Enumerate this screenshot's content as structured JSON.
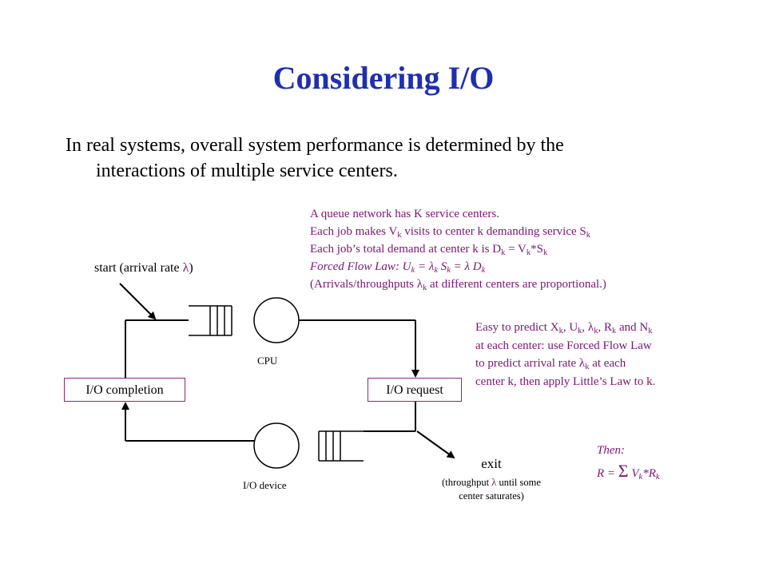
{
  "title": "Considering I/O",
  "intro": {
    "line1": "In real systems, overall system performance is determined by the",
    "line2": "interactions of multiple service centers."
  },
  "diagram": {
    "start_label": "start (arrival rate",
    "start_symbol": "λ",
    "start_close": ")",
    "cpu_label": "CPU",
    "io_device_label": "I/O device",
    "io_completion_label": "I/O completion",
    "io_request_label": "I/O request",
    "exit_label": "exit",
    "exit_note_a": "(throughput",
    "exit_note_sym": "λ",
    "exit_note_b": "until some",
    "exit_note_c": "center saturates)"
  },
  "info": {
    "l1": "A queue network has K service centers.",
    "l2_a": "Each job makes V",
    "l2_sub": "k",
    "l2_b": " visits to center k demanding service S",
    "l2_sub2": "k",
    "l3_a": "Each job’s total demand at center k is D",
    "l3_sub": "k",
    "l3_b": " = V",
    "l3_sub2": "k",
    "l3_c": "*S",
    "l3_sub3": "k",
    "l4": "Forced Flow Law: U",
    "l4_rest": " = λ",
    "l4_rest2": " S",
    "l4_rest3": " = λ D",
    "l5_a": "(Arrivals/throughputs λ",
    "l5_sub": "k",
    "l5_b": " at different centers are proportional.)"
  },
  "easy": {
    "l1_a": "Easy to predict X",
    "l1_b": ", U",
    "l1_c": ", λ",
    "l1_d": ", R",
    "l1_e": " and N",
    "l2": "at each center: use Forced Flow Law",
    "l3_a": "to predict arrival rate λ",
    "l3_b": " at each",
    "l4": "center k, then apply Little’s Law to k.",
    "sub": "k"
  },
  "then": {
    "l1": "Then:",
    "l2_a": "R = ",
    "l2_sym": "Σ",
    "l2_b": " V",
    "l2_c": "*R",
    "sub": "k"
  },
  "colors": {
    "title": "#1f2fb0",
    "accent": "#7a1672"
  }
}
